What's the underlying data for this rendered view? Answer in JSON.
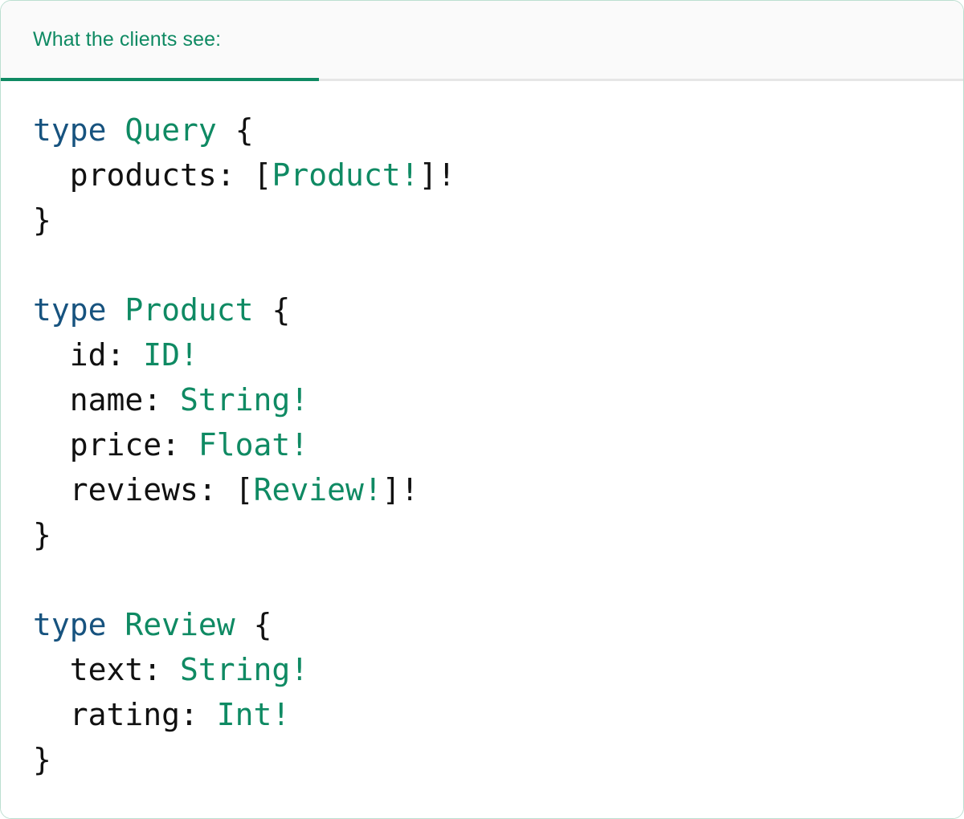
{
  "card": {
    "border_color": "#bcdfd0",
    "background": "#ffffff"
  },
  "tabbar": {
    "background": "#fafafa",
    "border_color": "#e6e6e6",
    "active_underline_color": "#0f8a63",
    "tabs": [
      {
        "label": "What the clients see:",
        "active": true
      }
    ]
  },
  "palette": {
    "keyword": "#17537f",
    "type_name": "#0f8a63",
    "punctuation": "#111111",
    "field_name": "#111111",
    "header_text": "#0f8a63"
  },
  "code": {
    "language": "graphql",
    "text": "type Query {\n  products: [Product!]!\n}\n\ntype Product {\n  id: ID!\n  name: String!\n  price: Float!\n  reviews: [Review!]!\n}\n\ntype Review {\n  text: String!\n  rating: Int!\n}",
    "lines": [
      {
        "tokens": [
          {
            "t": "type",
            "k": "kw"
          },
          {
            "t": " ",
            "k": "plain"
          },
          {
            "t": "Query",
            "k": "type"
          },
          {
            "t": " ",
            "k": "plain"
          },
          {
            "t": "{",
            "k": "punct"
          }
        ]
      },
      {
        "tokens": [
          {
            "t": "  products",
            "k": "field"
          },
          {
            "t": ": ",
            "k": "punct"
          },
          {
            "t": "[",
            "k": "punct"
          },
          {
            "t": "Product!",
            "k": "type"
          },
          {
            "t": "]!",
            "k": "punct"
          }
        ]
      },
      {
        "tokens": [
          {
            "t": "}",
            "k": "punct"
          }
        ]
      },
      {
        "tokens": []
      },
      {
        "tokens": [
          {
            "t": "type",
            "k": "kw"
          },
          {
            "t": " ",
            "k": "plain"
          },
          {
            "t": "Product",
            "k": "type"
          },
          {
            "t": " ",
            "k": "plain"
          },
          {
            "t": "{",
            "k": "punct"
          }
        ]
      },
      {
        "tokens": [
          {
            "t": "  id",
            "k": "field"
          },
          {
            "t": ": ",
            "k": "punct"
          },
          {
            "t": "ID!",
            "k": "type"
          }
        ]
      },
      {
        "tokens": [
          {
            "t": "  name",
            "k": "field"
          },
          {
            "t": ": ",
            "k": "punct"
          },
          {
            "t": "String!",
            "k": "type"
          }
        ]
      },
      {
        "tokens": [
          {
            "t": "  price",
            "k": "field"
          },
          {
            "t": ": ",
            "k": "punct"
          },
          {
            "t": "Float!",
            "k": "type"
          }
        ]
      },
      {
        "tokens": [
          {
            "t": "  reviews",
            "k": "field"
          },
          {
            "t": ": ",
            "k": "punct"
          },
          {
            "t": "[",
            "k": "punct"
          },
          {
            "t": "Review!",
            "k": "type"
          },
          {
            "t": "]!",
            "k": "punct"
          }
        ]
      },
      {
        "tokens": [
          {
            "t": "}",
            "k": "punct"
          }
        ]
      },
      {
        "tokens": []
      },
      {
        "tokens": [
          {
            "t": "type",
            "k": "kw"
          },
          {
            "t": " ",
            "k": "plain"
          },
          {
            "t": "Review",
            "k": "type"
          },
          {
            "t": " ",
            "k": "plain"
          },
          {
            "t": "{",
            "k": "punct"
          }
        ]
      },
      {
        "tokens": [
          {
            "t": "  text",
            "k": "field"
          },
          {
            "t": ": ",
            "k": "punct"
          },
          {
            "t": "String!",
            "k": "type"
          }
        ]
      },
      {
        "tokens": [
          {
            "t": "  rating",
            "k": "field"
          },
          {
            "t": ": ",
            "k": "punct"
          },
          {
            "t": "Int!",
            "k": "type"
          }
        ]
      },
      {
        "tokens": [
          {
            "t": "}",
            "k": "punct"
          }
        ]
      }
    ]
  }
}
